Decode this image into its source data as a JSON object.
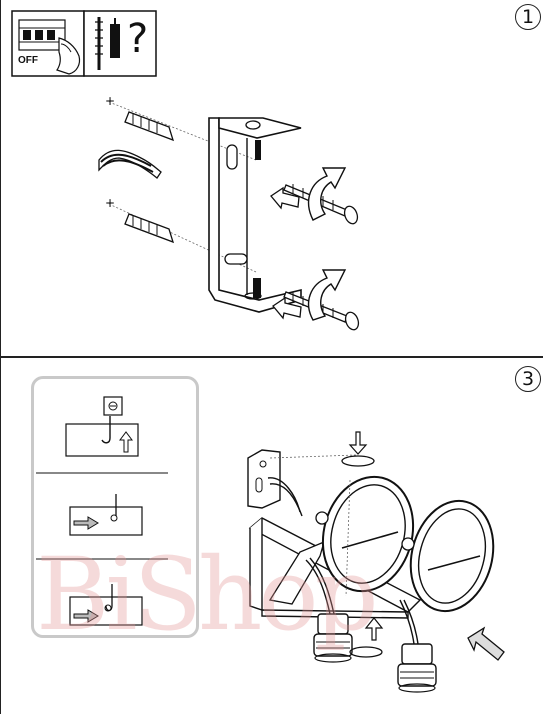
{
  "step1": {
    "number": "1",
    "off_label": "OFF",
    "question_mark": "?"
  },
  "step3": {
    "number": "3"
  },
  "icons": {
    "power": "circuit-breaker-off-icon",
    "fixings": "screws-and-plugs-question-icon",
    "cable": "cable-icon"
  },
  "watermark": "BiShop"
}
